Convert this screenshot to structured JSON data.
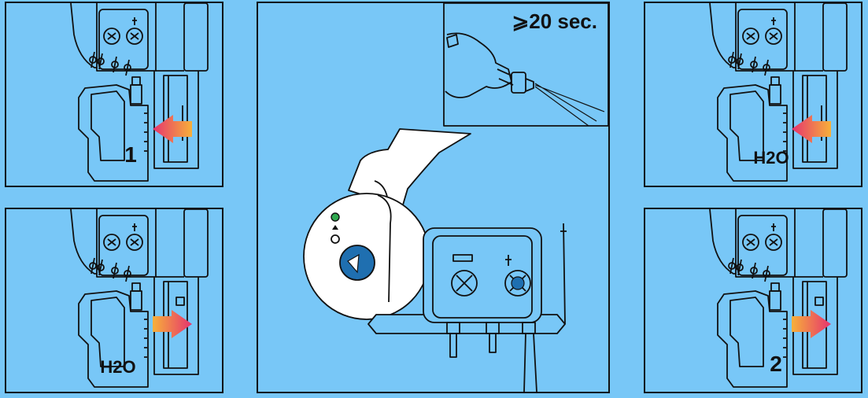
{
  "panels": {
    "top_left": {
      "label": "1",
      "arrow": "insert"
    },
    "bottom_left": {
      "label": "H2O",
      "arrow": "remove"
    },
    "top_right": {
      "label": "H2O",
      "arrow": "insert"
    },
    "bottom_right": {
      "label": "2",
      "arrow": "remove"
    }
  },
  "center": {
    "duration_label": "⩾20 sec."
  },
  "colors": {
    "background": "#78c7f7",
    "line": "#111111",
    "knob_blue": "#1f6fb0",
    "arrow_start": "#f7b03a",
    "arrow_end": "#e6336f"
  }
}
